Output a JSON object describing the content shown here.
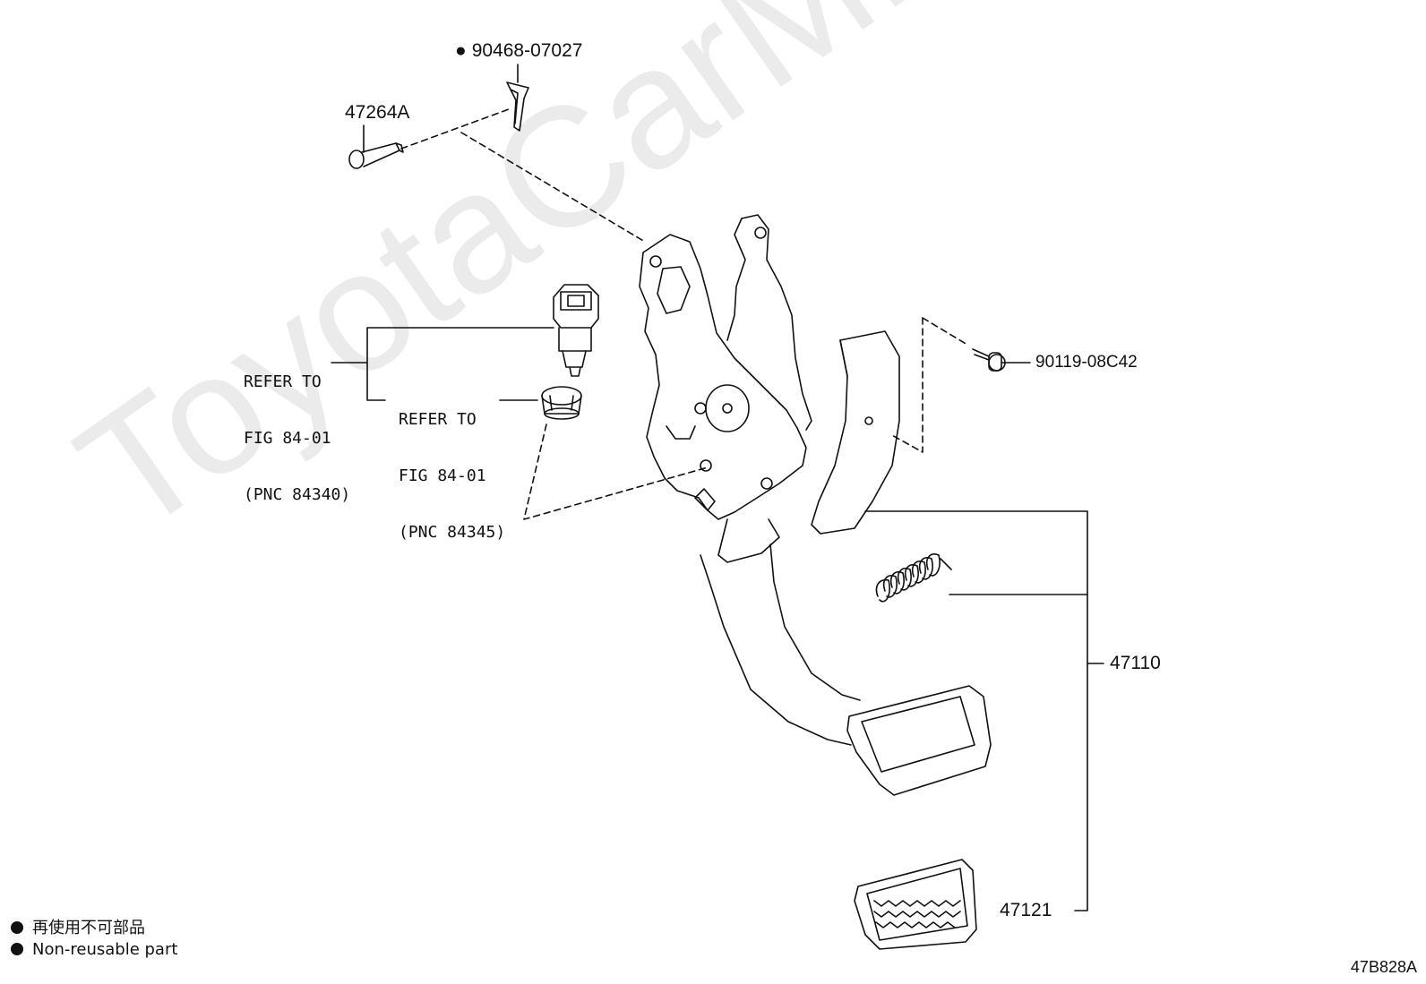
{
  "watermark": "ToyotaCarMine.ru",
  "parts": {
    "clip": "90468-07027",
    "pin": "47264A",
    "bolt": "90119-08C42",
    "assembly": "47110",
    "pad": "47121"
  },
  "refer_1": {
    "line1": "REFER TO",
    "line2": "FIG 84-01",
    "line3": "(PNC 84340)"
  },
  "refer_2": {
    "line1": "REFER TO",
    "line2": "FIG 84-01",
    "line3": "(PNC 84345)"
  },
  "legend": {
    "jp": "再使用不可部品",
    "en": "Non-reusable part"
  },
  "figure_code": "47B828A"
}
